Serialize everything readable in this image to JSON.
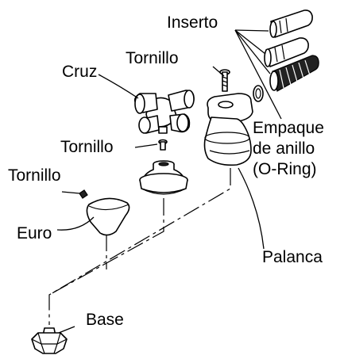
{
  "labels": {
    "inserto": "Inserto",
    "cruz": "Cruz",
    "tornillo_top": "Tornillo",
    "tornillo_mid": "Tornillo",
    "tornillo_left": "Tornillo",
    "empaque_line1": "Empaque",
    "empaque_line2": "de anillo",
    "empaque_line3": "(O-Ring)",
    "euro": "Euro",
    "palanca": "Palanca",
    "base": "Base"
  }
}
